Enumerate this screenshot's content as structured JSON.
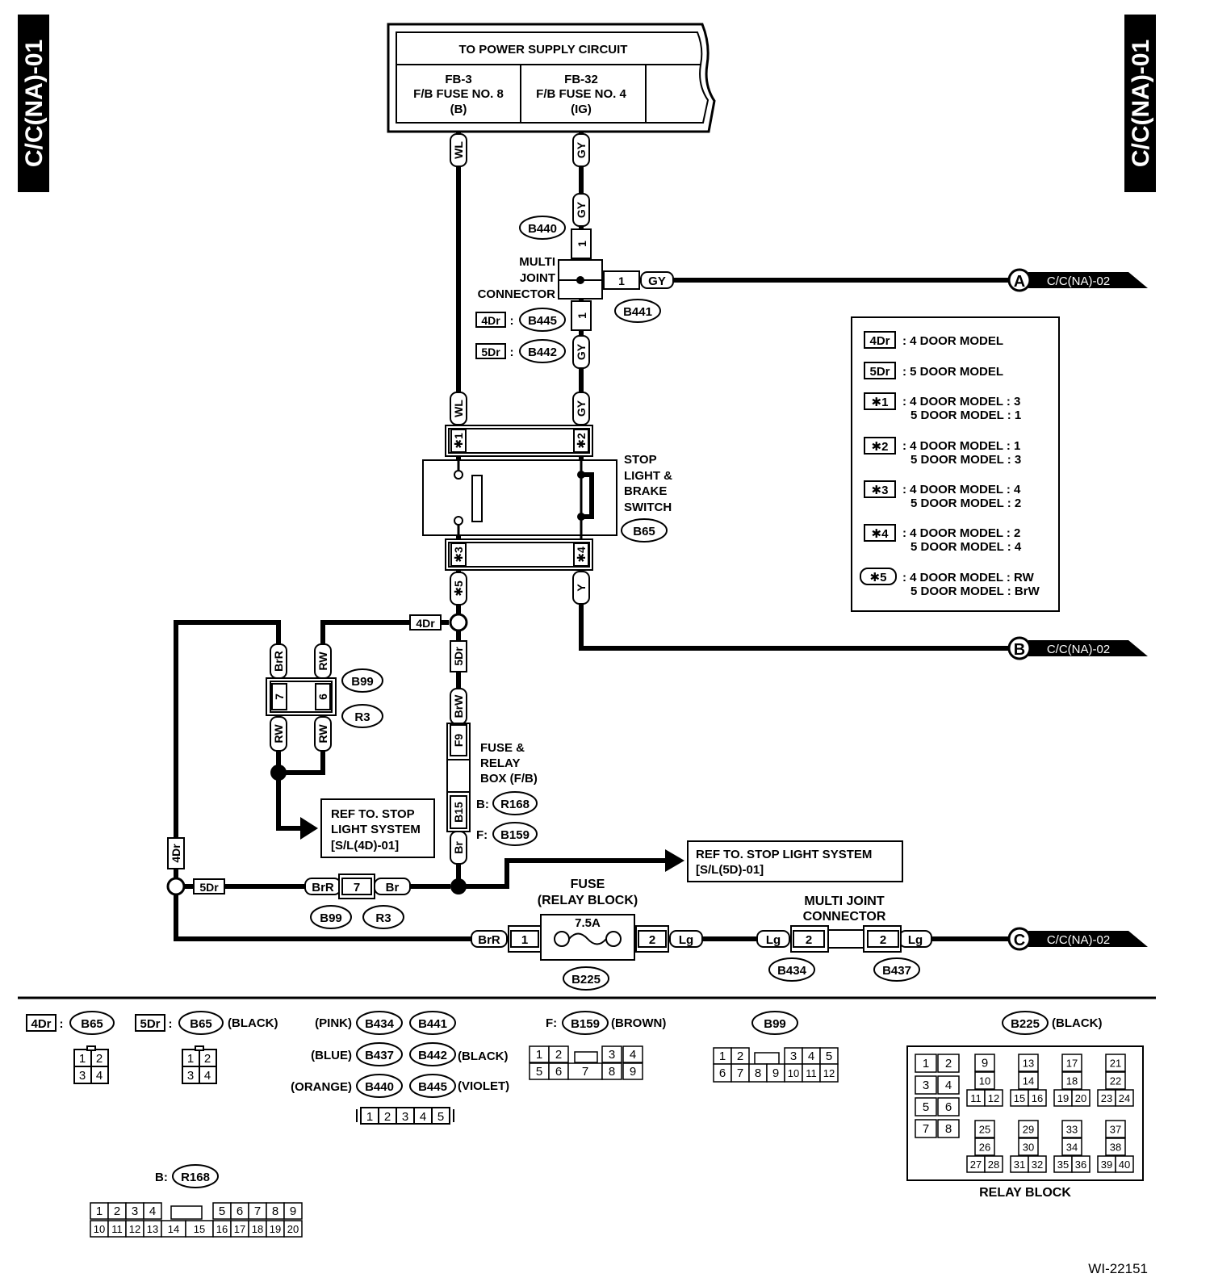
{
  "side_tabs": {
    "left": "C/C(NA)-01",
    "right": "C/C(NA)-01"
  },
  "power": {
    "title": "TO POWER SUPPLY CIRCUIT",
    "fuse1": {
      "line1": "FB-3",
      "line2": "F/B FUSE NO. 8",
      "line3": "(B)"
    },
    "fuse2": {
      "line1": "FB-32",
      "line2": "F/B FUSE NO. 4",
      "line3": "(IG)"
    }
  },
  "wires": {
    "wl": "WL",
    "gy": "GY",
    "y": "Y",
    "brr": "BrR",
    "rw": "RW",
    "br": "Br",
    "brw": "BrW",
    "lg": "Lg"
  },
  "marks": {
    "m4dr": "4Dr",
    "m5dr": "5Dr",
    "s1": "✱1",
    "s2": "✱2",
    "s3": "✱3",
    "s4": "✱4",
    "s5": "✱5",
    "colon": ":",
    "b_prefix": "B:",
    "f_prefix": "F:"
  },
  "pins": {
    "p1": "1",
    "p2": "2",
    "p6": "6",
    "p7": "7",
    "f9": "F9",
    "b15": "B15"
  },
  "connectors": {
    "b440": "B440",
    "b441": "B441",
    "b445": "B445",
    "b442": "B442",
    "b65": "B65",
    "b99": "B99",
    "r3": "R3",
    "r168": "R168",
    "b159": "B159",
    "b225": "B225",
    "b434": "B434",
    "b437": "B437"
  },
  "labels": {
    "multi_joint": [
      "MULTI",
      "JOINT",
      "CONNECTOR"
    ],
    "stop_switch": [
      "STOP",
      "LIGHT &",
      "BRAKE",
      "SWITCH"
    ],
    "fuse_relay": [
      "FUSE &",
      "RELAY",
      "BOX (F/B)"
    ],
    "ref_4d": [
      "REF TO. STOP",
      "LIGHT SYSTEM",
      "[S/L(4D)-01]"
    ],
    "ref_5d": [
      "REF TO. STOP LIGHT SYSTEM",
      "[S/L(5D)-01]"
    ],
    "fuse_rb": [
      "FUSE",
      "(RELAY BLOCK)"
    ],
    "fuse_rating": "7.5A",
    "multi_joint2": [
      "MULTI JOINT",
      "CONNECTOR"
    ],
    "relay_block": "RELAY BLOCK",
    "diagram_id": "WI-22151"
  },
  "offpage": {
    "a": {
      "letter": "A",
      "ref": "C/C(NA)-02"
    },
    "b": {
      "letter": "B",
      "ref": "C/C(NA)-02"
    },
    "c": {
      "letter": "C",
      "ref": "C/C(NA)-02"
    }
  },
  "legend": [
    {
      "mark": "4Dr",
      "l1": ": 4 DOOR MODEL",
      "l2": ""
    },
    {
      "mark": "5Dr",
      "l1": ": 5 DOOR MODEL",
      "l2": ""
    },
    {
      "mark": "✱1",
      "l1": ": 4 DOOR MODEL : 3",
      "l2": "5 DOOR MODEL : 1"
    },
    {
      "mark": "✱2",
      "l1": ": 4 DOOR MODEL : 1",
      "l2": "5 DOOR MODEL : 3"
    },
    {
      "mark": "✱3",
      "l1": ": 4 DOOR MODEL : 4",
      "l2": "5 DOOR MODEL : 2"
    },
    {
      "mark": "✱4",
      "l1": ": 4 DOOR MODEL : 2",
      "l2": "5 DOOR MODEL : 4"
    },
    {
      "mark": "✱5",
      "l1": ": 4 DOOR MODEL : RW",
      "l2": "5 DOOR MODEL : BrW"
    }
  ],
  "bottom": {
    "black": "(BLACK)",
    "pink": "(PINK)",
    "blue": "(BLUE)",
    "orange": "(ORANGE)",
    "violet": "(VIOLET)",
    "brown": "(BROWN)",
    "g4": [
      "1",
      "2",
      "3",
      "4"
    ],
    "g5": [
      "1",
      "2",
      "3",
      "4",
      "5"
    ],
    "b159": [
      "1",
      "2",
      "3",
      "4",
      "5",
      "6",
      "7",
      "8",
      "9"
    ],
    "b99": [
      "1",
      "2",
      "3",
      "4",
      "5",
      "6",
      "7",
      "8",
      "9",
      "10",
      "11",
      "12"
    ],
    "r168": [
      "1",
      "2",
      "3",
      "4",
      "5",
      "6",
      "7",
      "8",
      "9",
      "10",
      "11",
      "12",
      "13",
      "14",
      "15",
      "16",
      "17",
      "18",
      "19",
      "20"
    ],
    "relay": [
      "1",
      "2",
      "3",
      "4",
      "5",
      "6",
      "7",
      "8",
      "9",
      "10",
      "11",
      "12",
      "13",
      "14",
      "15",
      "16",
      "17",
      "18",
      "19",
      "20",
      "21",
      "22",
      "23",
      "24",
      "25",
      "26",
      "27",
      "28",
      "29",
      "30",
      "31",
      "32",
      "33",
      "34",
      "35",
      "36",
      "37",
      "38",
      "39",
      "40"
    ]
  }
}
